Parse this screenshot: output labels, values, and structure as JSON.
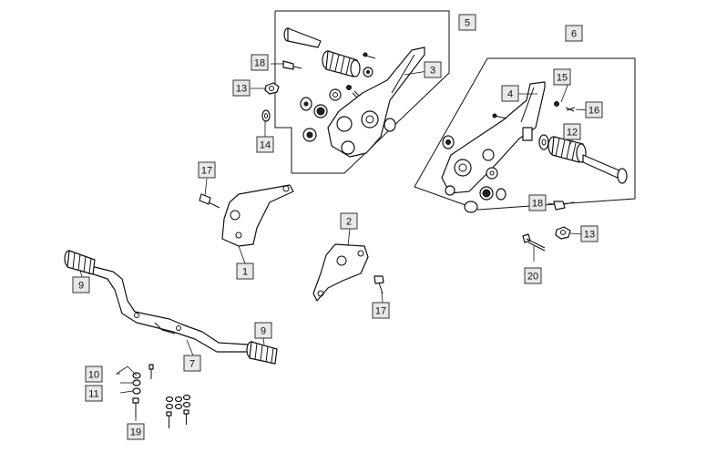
{
  "callouts": [
    {
      "id": "c5",
      "label": "5"
    },
    {
      "id": "c3",
      "label": "3"
    },
    {
      "id": "c18a",
      "label": "18"
    },
    {
      "id": "c13a",
      "label": "13"
    },
    {
      "id": "c14",
      "label": "14"
    },
    {
      "id": "c6",
      "label": "6"
    },
    {
      "id": "c15",
      "label": "15"
    },
    {
      "id": "c4",
      "label": "4"
    },
    {
      "id": "c16",
      "label": "16"
    },
    {
      "id": "c12",
      "label": "12"
    },
    {
      "id": "c18b",
      "label": "18"
    },
    {
      "id": "c13b",
      "label": "13"
    },
    {
      "id": "c20",
      "label": "20"
    },
    {
      "id": "c17a",
      "label": "17"
    },
    {
      "id": "c1",
      "label": "1"
    },
    {
      "id": "c2",
      "label": "2"
    },
    {
      "id": "c17b",
      "label": "17"
    },
    {
      "id": "c9a",
      "label": "9"
    },
    {
      "id": "c9b",
      "label": "9"
    },
    {
      "id": "c7",
      "label": "7"
    },
    {
      "id": "c10",
      "label": "10"
    },
    {
      "id": "c11",
      "label": "11"
    },
    {
      "id": "c19",
      "label": "19"
    }
  ]
}
